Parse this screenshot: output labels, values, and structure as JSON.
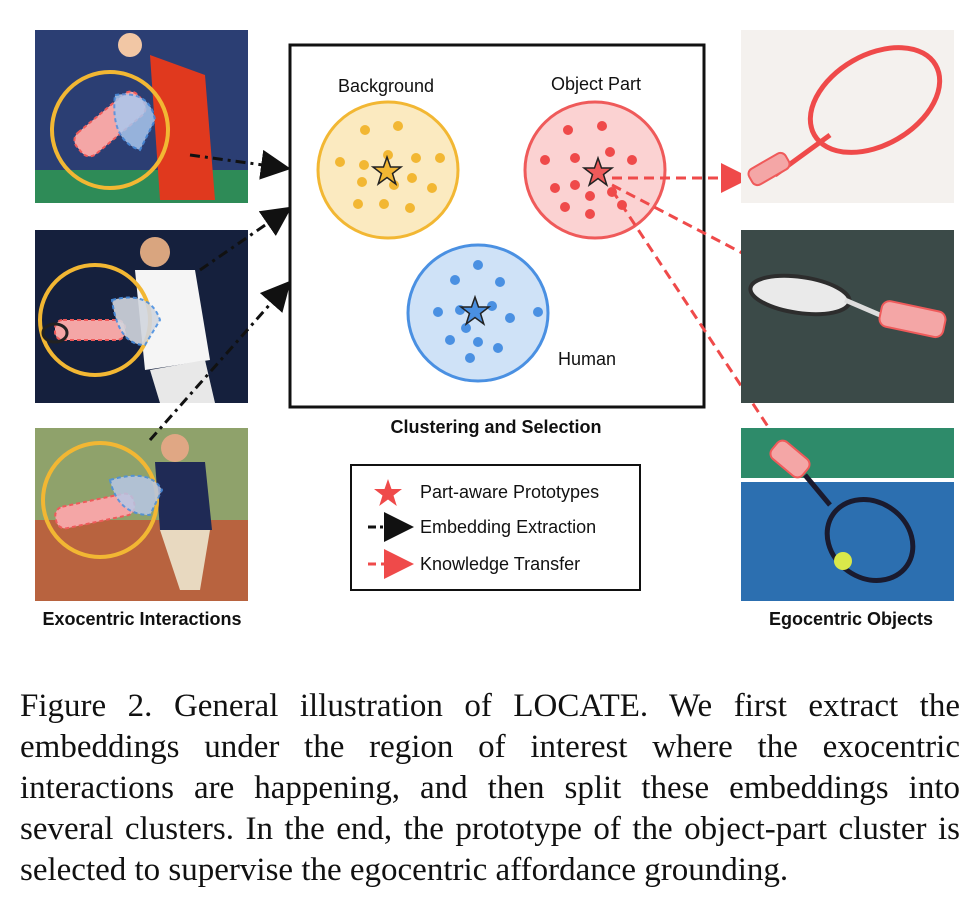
{
  "figure": {
    "left_caption": "Exocentric Interactions",
    "right_caption": "Egocentric Objects",
    "center_caption": "Clustering and Selection",
    "clusters": [
      {
        "label": "Background",
        "color": "#f2b733"
      },
      {
        "label": "Object Part",
        "color": "#ef5a5a"
      },
      {
        "label": "Human",
        "color": "#4a90e2"
      }
    ],
    "legend": [
      {
        "label": "Part-aware Prototypes",
        "icon": "star-icon"
      },
      {
        "label": "Embedding Extraction",
        "icon": "dash-dot-arrow-icon"
      },
      {
        "label": "Knowledge Transfer",
        "icon": "dashed-arrow-icon"
      }
    ]
  },
  "caption": "Figure 2. General illustration of LOCATE. We first extract the embeddings under the region of interest where the exocentric interactions are happening, and then split these embeddings into several clusters. In the end, the prototype of the object-part cluster is selected to supervise the egocentric affordance grounding."
}
